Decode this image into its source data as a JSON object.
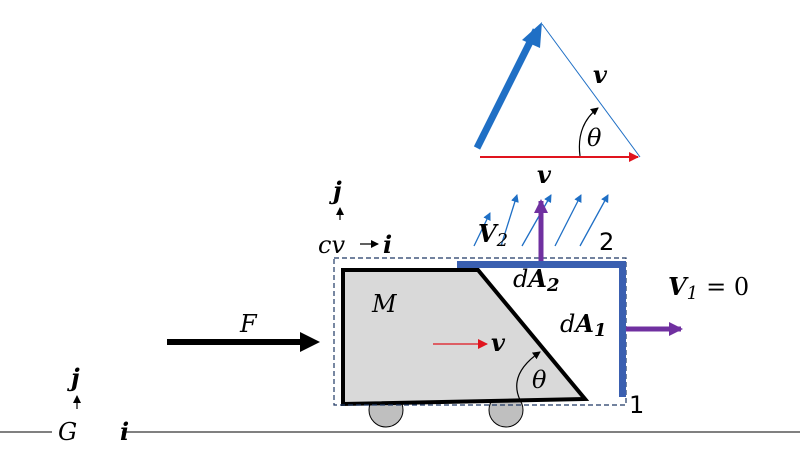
{
  "labels": {
    "v_top_right": "v",
    "theta_top": "θ",
    "v_top_bottom": "v",
    "j_cv": "j",
    "cv": "cv",
    "i_cv": "i",
    "V2_letter": "V",
    "V2_sub": "2",
    "station_2": "2",
    "dA2_d": "d",
    "dA2_A": "A",
    "dA2_sub": "2",
    "V1_letter": "V",
    "V1_sub": "1",
    "V1_eq": "= 0",
    "M": "M",
    "F": "F",
    "dA1_d": "d",
    "dA1_A": "A",
    "dA1_sub": "1",
    "v_cart": "v",
    "theta_cart": "θ",
    "station_1": "1",
    "j_G": "j",
    "G": "G",
    "i_G": "i"
  },
  "colors": {
    "blue_vector": "#1f6fc5",
    "blue_plate": "#3a5fb0",
    "red_vector": "#e0141e",
    "purple_vector": "#7030a0",
    "cart_fill": "#d9d9d9",
    "wheel_fill": "#bfbfbf",
    "black": "#000000",
    "dash": "#1f3864"
  }
}
